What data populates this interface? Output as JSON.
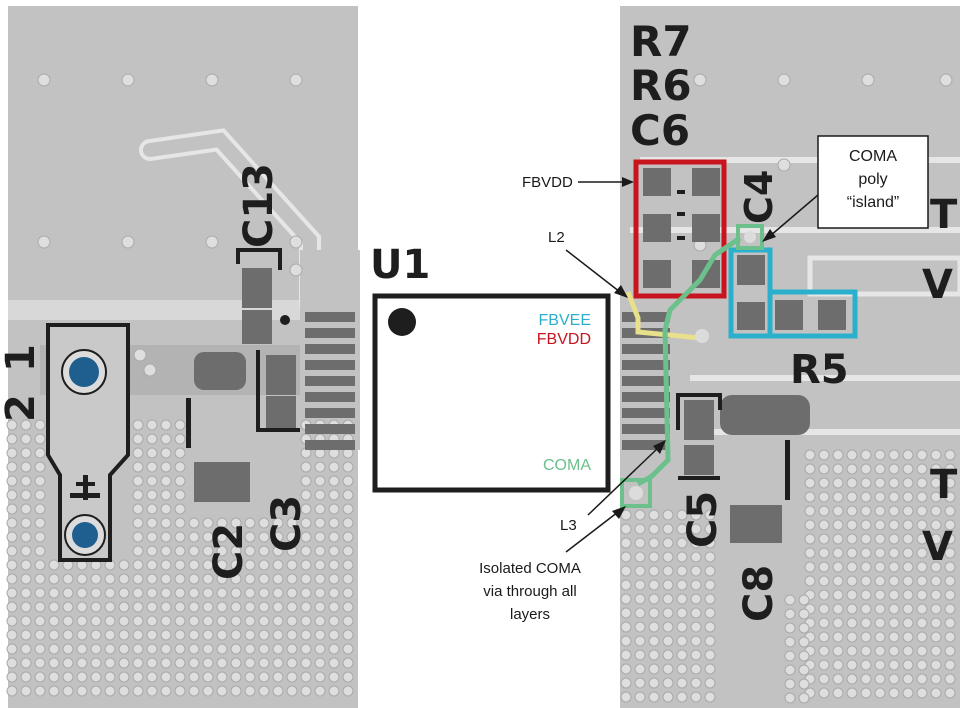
{
  "colors": {
    "board": "#c2c2c2",
    "copper": "#a6a6a6",
    "pad": "#6d6d6d",
    "silkscreen": "#1e1e1e",
    "fbvdd": "#c8141e",
    "fbvee": "#2ab0cc",
    "coma": "#6cc08c",
    "l2_trace": "#e8e08a",
    "via_fill": "#1f5f8f"
  },
  "designators": {
    "r7": "R7",
    "r6": "R6",
    "c6": "C6",
    "c13": "C13",
    "u1": "U1",
    "c4": "C4",
    "r5": "R5",
    "c2": "C2",
    "c3": "C3",
    "c5": "C5",
    "c8": "C8",
    "edge_left_1": "1",
    "edge_left_2": "2",
    "edge_right_t1": "T",
    "edge_right_v1": "V",
    "edge_right_t2": "T",
    "edge_right_v2": "V"
  },
  "ic_labels": {
    "fbvee": "FBVEE",
    "fbvdd": "FBVDD",
    "coma": "COMA"
  },
  "callouts": {
    "fbvdd": "FBVDD",
    "l2": "L2",
    "l3": "L3",
    "coma_island_lines": [
      "COMA",
      "poly",
      "“island”"
    ],
    "isolated_via_lines": [
      "Isolated COMA",
      "via through all",
      "layers"
    ]
  },
  "icons": {
    "polarity_mark": "polarity-tee-icon",
    "pin1_dot": "pin1-dot-icon"
  }
}
